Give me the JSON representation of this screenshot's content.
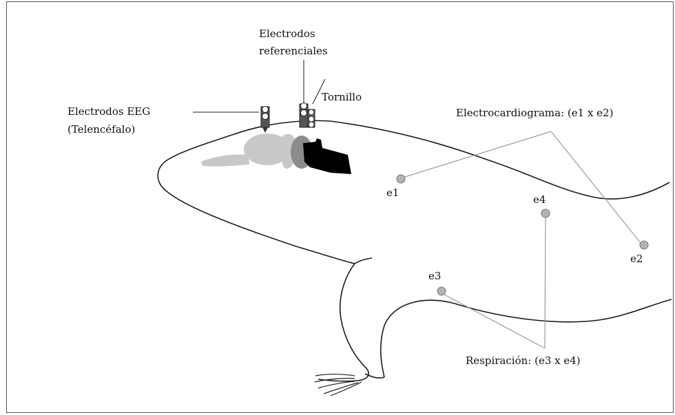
{
  "labels": {
    "electrodos_referenciales_line1": "Electrodos",
    "electrodos_referenciales_line2": "referenciales",
    "tornillo": "Tornillo",
    "electrodos_eeg_line1": "Electrodos EEG",
    "electrodos_eeg_line2": "(Telencéfalo)",
    "electrocardiograma": "Electrocardiograma: (e1 x e2)",
    "respiracion": "Respiración: (e3 x e4)",
    "e1": "e1",
    "e2": "e2",
    "e3": "e3",
    "e4": "e4"
  },
  "colors": {
    "outline": "#1a1a1a",
    "leader_line": "#9a9a9a",
    "electrode_fill": "#b3b3b3",
    "brain_light": "#c8c8c8",
    "brain_mid": "#8c8c8c",
    "brain_dark": "#000000"
  }
}
